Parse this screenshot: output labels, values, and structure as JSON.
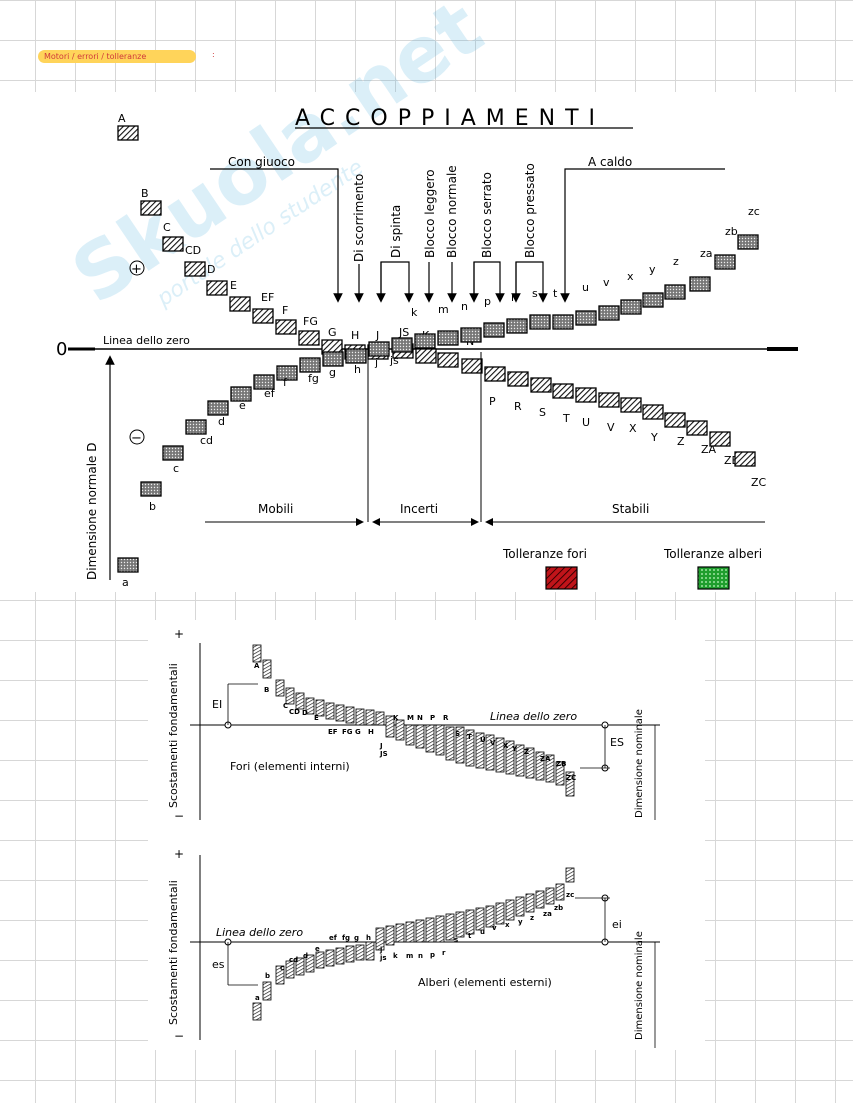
{
  "header_note": "Motori / errori / tolleranze",
  "header_extra": ":",
  "watermark": "Skuola.net",
  "watermark_sub": "portale dello studente",
  "top": {
    "title": "ACCOPPIAMENTI",
    "categories": [
      "Con giuoco",
      "Di scorrimento",
      "Di spinta",
      "Blocco leggero",
      "Blocco normale",
      "Blocco serrato",
      "Blocco pressato",
      "A caldo"
    ],
    "zero_label": "Linea dello zero",
    "zero_mark": "0",
    "plus": "+",
    "minus": "−",
    "axis_label": "Dimensione normale D",
    "regions": [
      "Mobili",
      "Incerti",
      "Stabili"
    ],
    "legend": {
      "holes": "Tolleranze fori",
      "shafts": "Tolleranze alberi",
      "holes_color": "#c0141a",
      "shafts_color": "#1f9e2d"
    },
    "hole_letters": [
      "A",
      "B",
      "C",
      "CD",
      "D",
      "E",
      "EF",
      "F",
      "FG",
      "G",
      "H",
      "J",
      "JS",
      "K",
      "M",
      "N",
      "P",
      "R",
      "S",
      "T",
      "U",
      "V",
      "X",
      "Y",
      "Z",
      "ZA",
      "ZB",
      "ZC"
    ],
    "shaft_letters": [
      "a",
      "b",
      "c",
      "cd",
      "d",
      "e",
      "ef",
      "f",
      "fg",
      "g",
      "h",
      "j",
      "js",
      "k",
      "m",
      "n",
      "p",
      "r",
      "s",
      "t",
      "u",
      "v",
      "x",
      "y",
      "z",
      "za",
      "zb",
      "zc"
    ]
  },
  "bottom": {
    "axis_label": "Scostamenti fondamentali",
    "nominal_label": "Dimensione nominale",
    "zero_label": "Linea dello zero",
    "holes_caption": "Fori (elementi interni)",
    "shafts_caption": "Alberi (elementi esterni)",
    "EI": "EI",
    "ES": "ES",
    "es": "es",
    "ei": "ei",
    "plus": "+",
    "minus": "−"
  }
}
